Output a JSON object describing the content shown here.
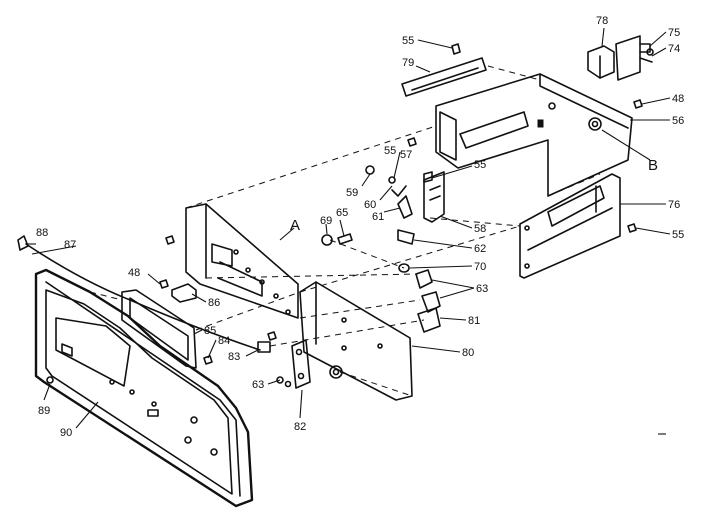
{
  "callouts": {
    "c55a": "55",
    "c79": "79",
    "c78": "78",
    "c75": "75",
    "c74": "74",
    "c48a": "48",
    "c56": "56",
    "c55b": "55",
    "c57": "57",
    "c55c": "55",
    "cB": "B",
    "c59": "59",
    "c60": "60",
    "c61": "61",
    "c58": "58",
    "c76": "76",
    "c55d": "55",
    "c69": "69",
    "c65": "65",
    "cA": "A",
    "c62": "62",
    "c88": "88",
    "c87": "87",
    "c70": "70",
    "c48b": "48",
    "c63a": "63",
    "c86": "86",
    "c81": "81",
    "c85": "85",
    "c84": "84",
    "c80": "80",
    "c83": "83",
    "c63b": "63",
    "c89": "89",
    "c82": "82",
    "c90": "90"
  }
}
